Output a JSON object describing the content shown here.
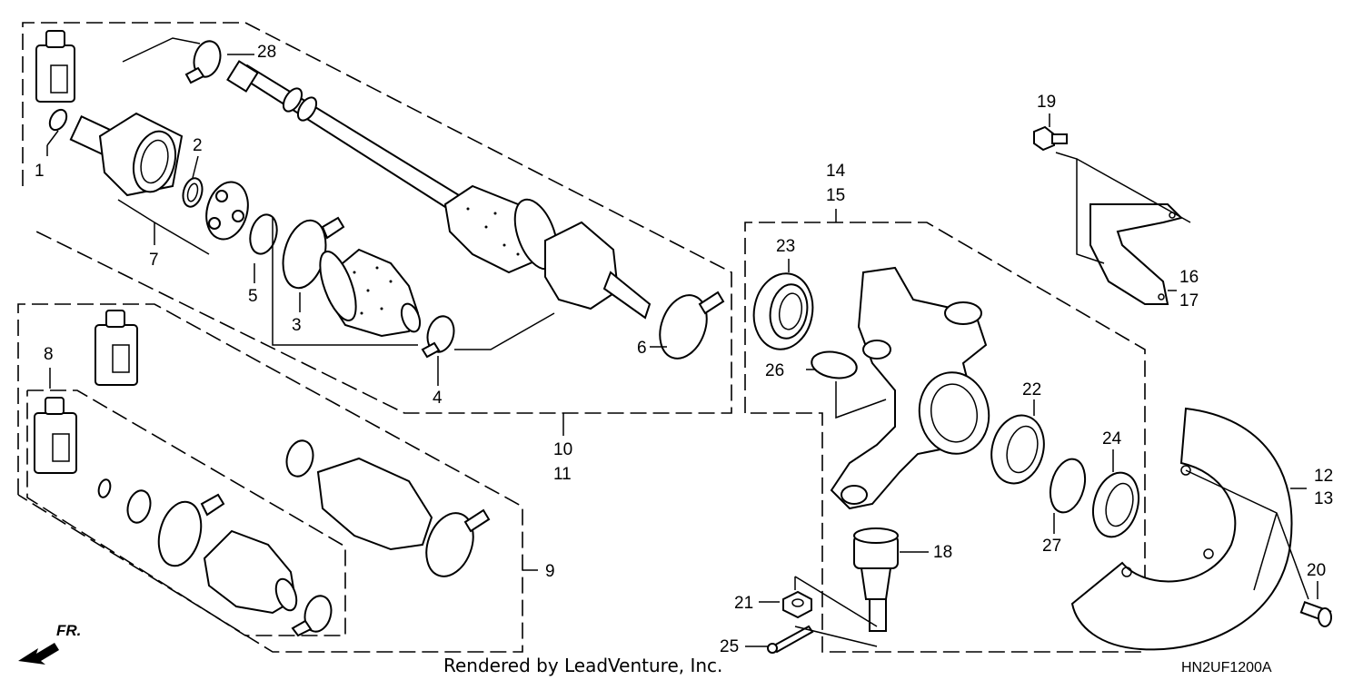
{
  "diagram": {
    "part_numbers": [
      "1",
      "2",
      "3",
      "4",
      "5",
      "6",
      "7",
      "8",
      "9",
      "10",
      "11",
      "12",
      "13",
      "14",
      "15",
      "16",
      "17",
      "18",
      "19",
      "20",
      "21",
      "22",
      "23",
      "24",
      "25",
      "26",
      "27",
      "28"
    ],
    "watermark": "Rendered by LeadVenture, Inc.",
    "drawing_code": "HN2UF1200A",
    "direction_indicator": "FR."
  }
}
